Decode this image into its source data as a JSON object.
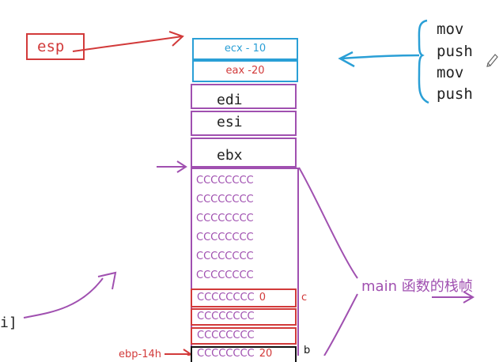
{
  "diagram": {
    "esp_label": "esp",
    "instructions": [
      "mov",
      "push",
      "mov",
      "push"
    ],
    "stack": {
      "ecx": "ecx - 10",
      "eax": "eax -20",
      "edi": "edi",
      "esi": "esi",
      "ebx": "ebx",
      "fill_rows": [
        "CCCCCCCC",
        "CCCCCCCC",
        "CCCCCCCC",
        "CCCCCCCC",
        "CCCCCCCC",
        "CCCCCCCC"
      ],
      "c_row": {
        "text": "CCCCCCCC",
        "value": "0",
        "side_label": "c"
      },
      "red_rows": [
        "CCCCCCCC",
        "CCCCCCCC"
      ],
      "b_row": {
        "text": "CCCCCCCC",
        "value": "20",
        "side_label": "b"
      }
    },
    "frame_label": "main 函数的栈帧",
    "left_fragment": "i]",
    "ebp_label": "ebp-14h"
  },
  "colors": {
    "red": "#d23a3a",
    "blue": "#2a9fd6",
    "purple": "#a050b0",
    "black": "#111111"
  }
}
